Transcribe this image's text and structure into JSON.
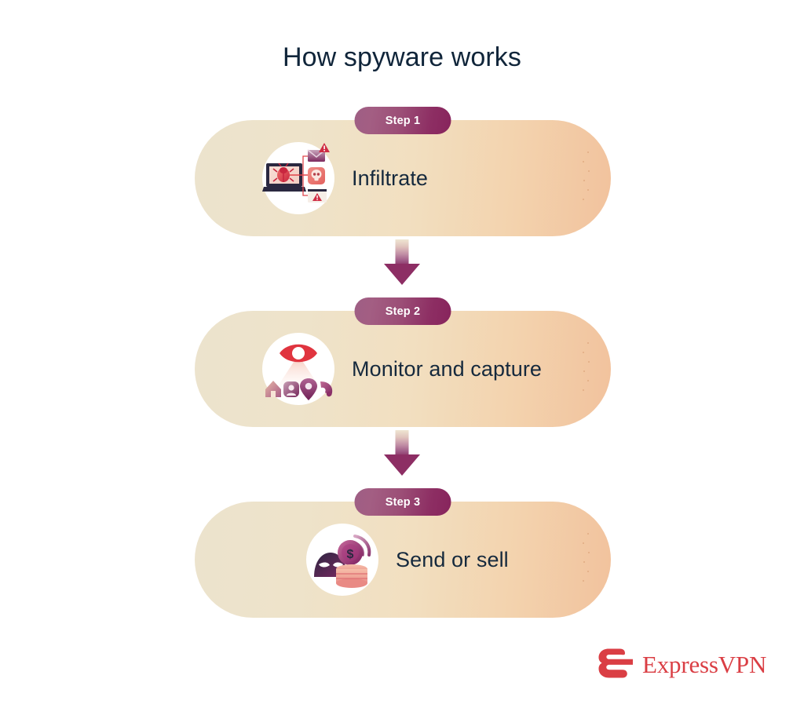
{
  "page": {
    "title": "How spyware works",
    "background_color": "#ffffff",
    "title_color": "#10253a"
  },
  "theme": {
    "card_gradient_start": "#ece3cd",
    "card_gradient_end": "#f2c29d",
    "badge_gradient_start": "#9e5f84",
    "badge_gradient_end": "#87245c",
    "arrow_gradient_start": "#efe6d2",
    "arrow_gradient_end": "#8c3568",
    "label_color": "#15293d",
    "brand_red": "#da3e44",
    "accent_red": "#e0454a",
    "dark_navy": "#2a2840"
  },
  "steps": [
    {
      "badge": "Step 1",
      "label": "Infiltrate",
      "icon": "laptop-bug-infiltrate-icon"
    },
    {
      "badge": "Step 2",
      "label": "Monitor and capture",
      "icon": "eye-surveillance-icon"
    },
    {
      "badge": "Step 3",
      "label": "Send or sell",
      "icon": "thief-coins-icon"
    }
  ],
  "connectors": [
    {
      "name": "arrow-step1-to-step2",
      "direction": "down"
    },
    {
      "name": "arrow-step2-to-step3",
      "direction": "down"
    }
  ],
  "branding": {
    "wordmark": "ExpressVPN",
    "mark": "expressvpn-e-logo"
  }
}
